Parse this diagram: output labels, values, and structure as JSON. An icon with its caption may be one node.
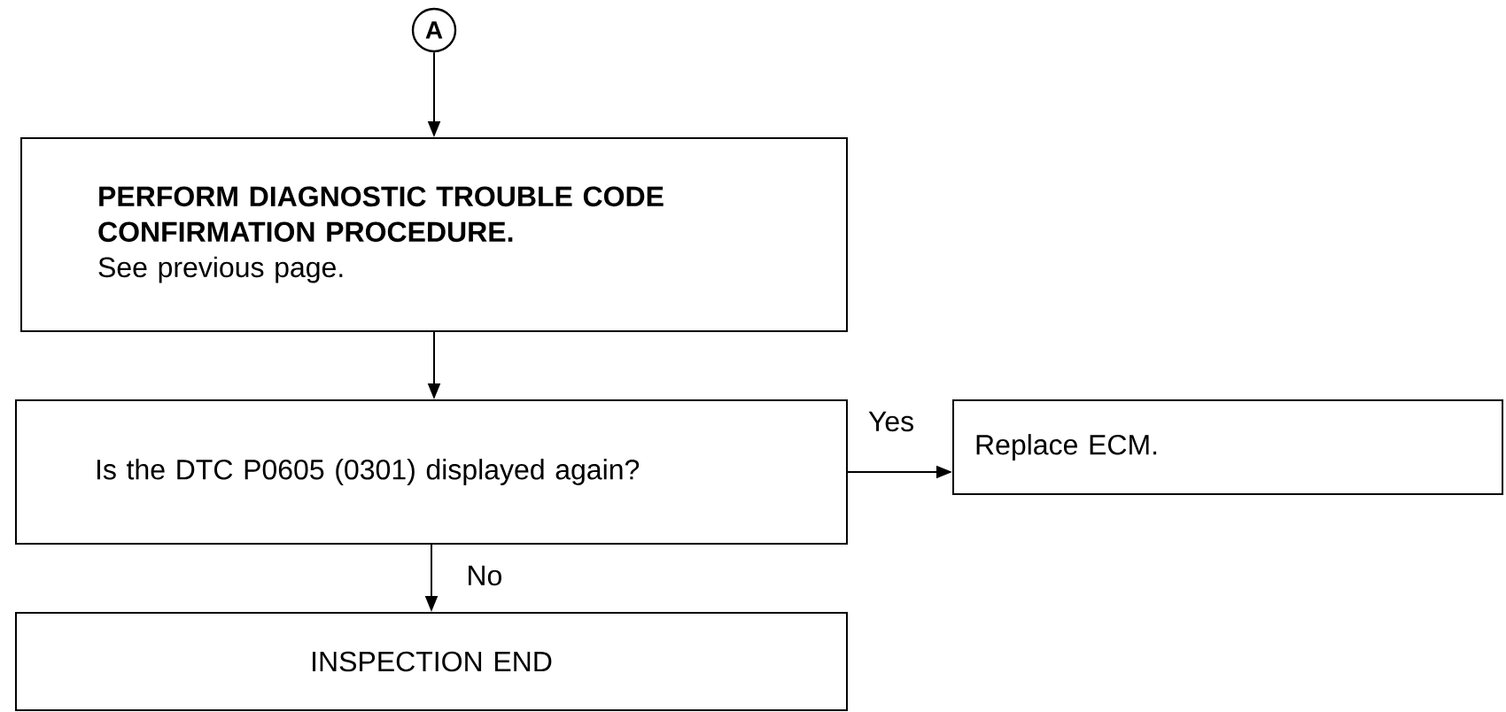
{
  "diagram": {
    "nodes": [
      {
        "text": [
          "A"
        ]
      },
      {
        "text": [
          "PERFORM DIAGNOSTIC TROUBLE CODE CONFIRMATION PROCEDURE.",
          "See previous page."
        ]
      },
      {
        "text": [
          "Is the DTC P0605 (0301) displayed again?"
        ]
      },
      {
        "text": [
          "Replace ECM."
        ]
      },
      {
        "text": [
          "INSPECTION END"
        ]
      }
    ],
    "edges": [
      {
        "from": 0,
        "to": 1,
        "arrow": "to"
      },
      {
        "from": 1,
        "to": 2,
        "arrow": "to"
      },
      {
        "from": 2,
        "to": 3,
        "arrow": "to",
        "label": "Yes"
      },
      {
        "from": 2,
        "to": 4,
        "arrow": "to",
        "label": "No"
      }
    ]
  }
}
